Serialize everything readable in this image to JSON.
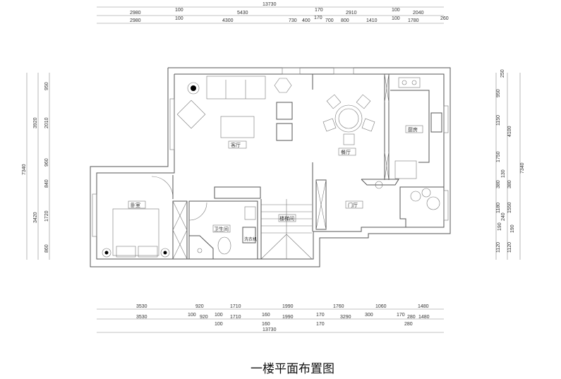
{
  "title": "一楼平面布置图",
  "rooms": {
    "living": "客厅",
    "dining": "餐厅",
    "kitchen": "厨房",
    "bedroom": "卧室",
    "bathroom": "卫生间",
    "stairwell": "楼梯间",
    "foyer": "门厅",
    "washer": "洗衣机"
  },
  "dims": {
    "top_total": "13730",
    "top_row2": [
      "2980",
      "100",
      "5430",
      "170",
      "2910",
      "100",
      "2040"
    ],
    "top_row3": [
      "2980",
      "100",
      "4300",
      "730",
      "400",
      "170",
      "700",
      "800",
      "1410",
      "100",
      "1780",
      "260"
    ],
    "bottom_row1": [
      "3530",
      "920",
      "1710",
      "1990",
      "1760",
      "1060",
      "1480"
    ],
    "bottom_row2": [
      "3530",
      "100",
      "920",
      "100",
      "1710",
      "160",
      "1990",
      "170",
      "3290",
      "300",
      "170",
      "280",
      "1480"
    ],
    "bottom_row3": [
      "100",
      "160",
      "170",
      "280"
    ],
    "bottom_total": "13730",
    "left_total": "7340",
    "left_mid": [
      "3920",
      "3420"
    ],
    "left_inner": [
      "950",
      "2010",
      "960",
      "840",
      "1720",
      "860"
    ],
    "right_inner": [
      "250",
      "950",
      "1150",
      "1750",
      "380",
      "1180",
      "190",
      "240",
      "1120",
      "130"
    ],
    "right_mid": [
      "4100",
      "380",
      "1550",
      "190",
      "1120"
    ],
    "right_total": "7340"
  }
}
